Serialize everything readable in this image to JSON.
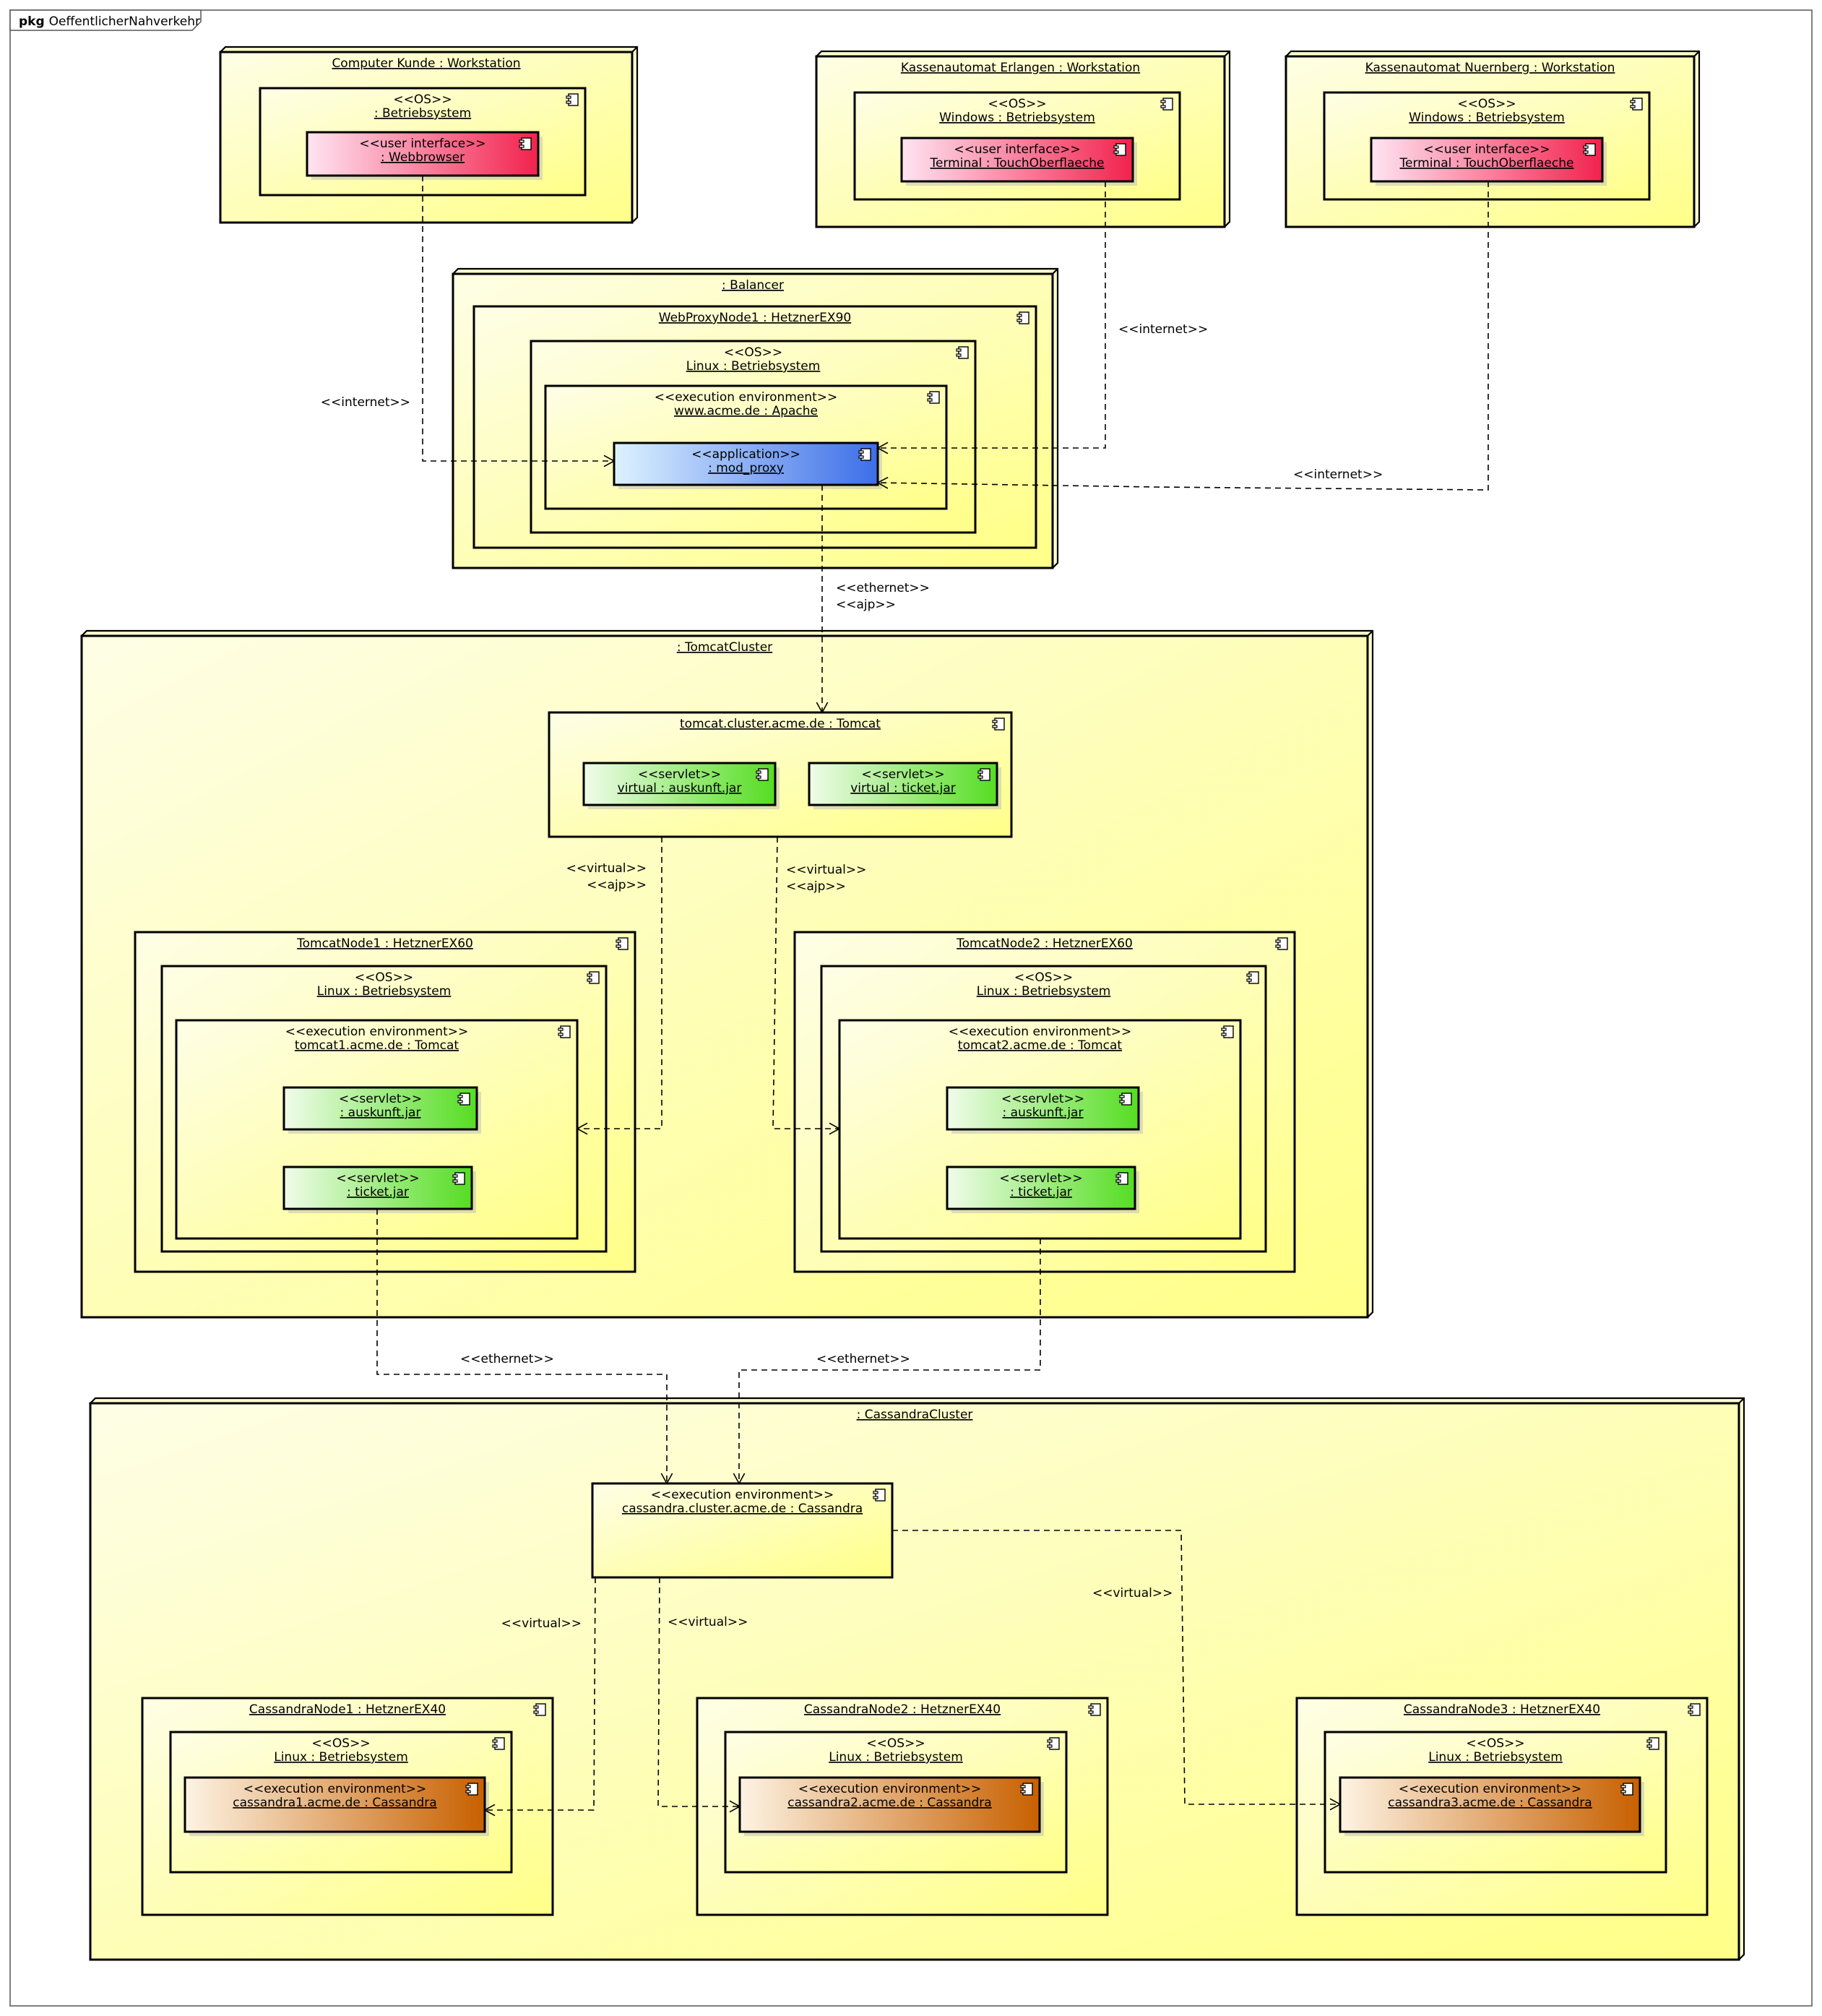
{
  "package": {
    "keyword": "pkg",
    "name": "OeffentlicherNahverkehr"
  },
  "colors": {
    "node": "#fefece",
    "gradient_yellow": "#ffff88",
    "ui_red": "#f2224d",
    "app_blue": "#3c78f0",
    "servlet_green": "#55dd22",
    "cassandra_orange": "#c86000"
  },
  "icons": {
    "component": "component-icon"
  },
  "nodes": {
    "computer_kunde": {
      "title": "Computer Kunde : Workstation"
    },
    "ck_os": {
      "stereo": "<<OS>>",
      "title": ": Betriebsystem"
    },
    "ck_ui": {
      "stereo": "<<user interface>>",
      "title": ": Webbrowser"
    },
    "ka_erlangen": {
      "title": "Kassenautomat Erlangen : Workstation"
    },
    "kae_os": {
      "stereo": "<<OS>>",
      "title": "Windows : Betriebsystem"
    },
    "kae_ui": {
      "stereo": "<<user interface>>",
      "title": "Terminal : TouchOberflaeche"
    },
    "ka_nuernberg": {
      "title": "Kassenautomat Nuernberg : Workstation"
    },
    "kan_os": {
      "stereo": "<<OS>>",
      "title": "Windows : Betriebsystem"
    },
    "kan_ui": {
      "stereo": "<<user interface>>",
      "title": "Terminal : TouchOberflaeche"
    },
    "balancer": {
      "title": ": Balancer"
    },
    "webproxy": {
      "title": "WebProxyNode1 : HetznerEX90"
    },
    "wp_os": {
      "stereo": "<<OS>>",
      "title": "Linux : Betriebsystem"
    },
    "wp_env": {
      "stereo": "<<execution environment>>",
      "title": "www.acme.de : Apache"
    },
    "wp_app": {
      "stereo": "<<application>>",
      "title": ": mod_proxy"
    },
    "tomcat_cluster": {
      "title": ": TomcatCluster"
    },
    "tomcat_virtual": {
      "title": "tomcat.cluster.acme.de : Tomcat"
    },
    "tv_auskunft": {
      "stereo": "<<servlet>>",
      "title": "virtual : auskunft.jar"
    },
    "tv_ticket": {
      "stereo": "<<servlet>>",
      "title": "virtual : ticket.jar"
    },
    "tn1": {
      "title": "TomcatNode1 : HetznerEX60"
    },
    "tn1_os": {
      "stereo": "<<OS>>",
      "title": "Linux : Betriebsystem"
    },
    "tn1_env": {
      "stereo": "<<execution environment>>",
      "title": "tomcat1.acme.de : Tomcat"
    },
    "tn1_auskunft": {
      "stereo": "<<servlet>>",
      "title": ": auskunft.jar"
    },
    "tn1_ticket": {
      "stereo": "<<servlet>>",
      "title": ": ticket.jar"
    },
    "tn2": {
      "title": "TomcatNode2 : HetznerEX60"
    },
    "tn2_os": {
      "stereo": "<<OS>>",
      "title": "Linux : Betriebsystem"
    },
    "tn2_env": {
      "stereo": "<<execution environment>>",
      "title": "tomcat2.acme.de : Tomcat"
    },
    "tn2_auskunft": {
      "stereo": "<<servlet>>",
      "title": ": auskunft.jar"
    },
    "tn2_ticket": {
      "stereo": "<<servlet>>",
      "title": ": ticket.jar"
    },
    "cassandra_cluster": {
      "title": ": CassandraCluster"
    },
    "cass_virtual": {
      "stereo": "<<execution environment>>",
      "title": "cassandra.cluster.acme.de : Cassandra"
    },
    "cn1": {
      "title": "CassandraNode1 : HetznerEX40"
    },
    "cn1_os": {
      "stereo": "<<OS>>",
      "title": "Linux : Betriebsystem"
    },
    "cn1_env": {
      "stereo": "<<execution environment>>",
      "title": "cassandra1.acme.de : Cassandra"
    },
    "cn2": {
      "title": "CassandraNode2 : HetznerEX40"
    },
    "cn2_os": {
      "stereo": "<<OS>>",
      "title": "Linux : Betriebsystem"
    },
    "cn2_env": {
      "stereo": "<<execution environment>>",
      "title": "cassandra2.acme.de : Cassandra"
    },
    "cn3": {
      "title": "CassandraNode3 : HetznerEX40"
    },
    "cn3_os": {
      "stereo": "<<OS>>",
      "title": "Linux : Betriebsystem"
    },
    "cn3_env": {
      "stereo": "<<execution environment>>",
      "title": "cassandra3.acme.de : Cassandra"
    }
  },
  "connectors": {
    "browser_proxy": [
      "<<internet>>"
    ],
    "erlangen_proxy": [
      "<<internet>>"
    ],
    "nuernberg_proxy": [
      "<<internet>>"
    ],
    "proxy_tomcat": [
      "<<ethernet>>",
      "<<ajp>>"
    ],
    "tv_tn1": [
      "<<virtual>>",
      "<<ajp>>"
    ],
    "tv_tn2": [
      "<<virtual>>",
      "<<ajp>>"
    ],
    "tn1_cass": [
      "<<ethernet>>"
    ],
    "tn2_cass": [
      "<<ethernet>>"
    ],
    "cass_cn1": [
      "<<virtual>>"
    ],
    "cass_cn2": [
      "<<virtual>>"
    ],
    "cass_cn3": [
      "<<virtual>>"
    ]
  }
}
